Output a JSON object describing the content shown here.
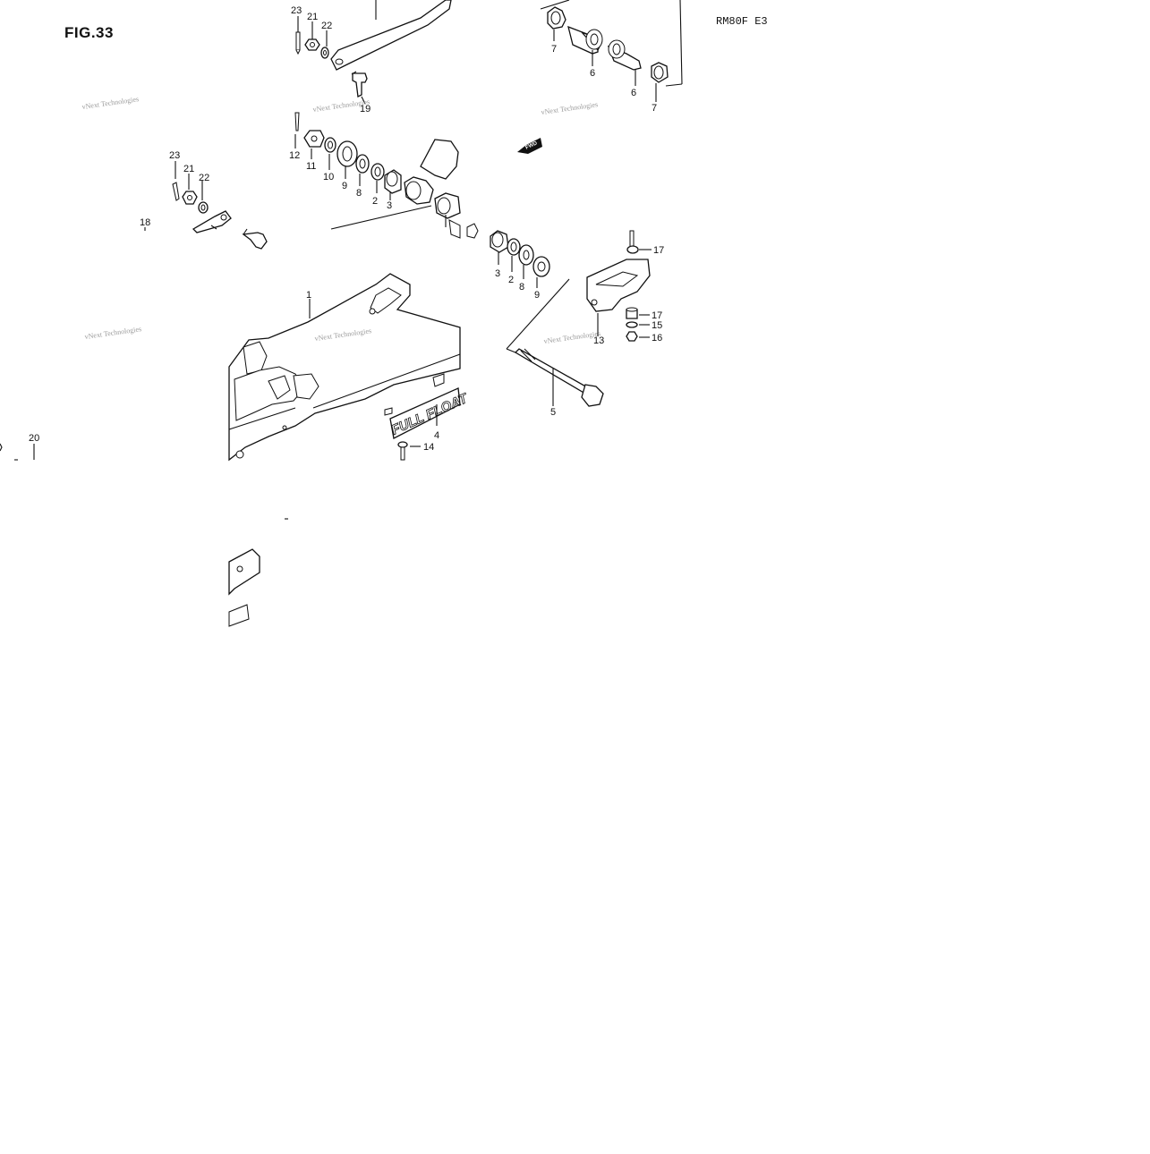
{
  "figure": {
    "title": "FIG.33",
    "model": "RM80F E3"
  },
  "callouts": [
    {
      "id": "c1",
      "label": "1"
    },
    {
      "id": "c2a",
      "label": "2"
    },
    {
      "id": "c2b",
      "label": "2"
    },
    {
      "id": "c3a",
      "label": "3"
    },
    {
      "id": "c3b",
      "label": "3"
    },
    {
      "id": "c4",
      "label": "4"
    },
    {
      "id": "c5",
      "label": "5"
    },
    {
      "id": "c6a",
      "label": "6"
    },
    {
      "id": "c6b",
      "label": "6"
    },
    {
      "id": "c7a",
      "label": "7"
    },
    {
      "id": "c7b",
      "label": "7"
    },
    {
      "id": "c8a",
      "label": "8"
    },
    {
      "id": "c8b",
      "label": "8"
    },
    {
      "id": "c9a",
      "label": "9"
    },
    {
      "id": "c9b",
      "label": "9"
    },
    {
      "id": "c10",
      "label": "10"
    },
    {
      "id": "c11",
      "label": "11"
    },
    {
      "id": "c12",
      "label": "12"
    },
    {
      "id": "c13",
      "label": "13"
    },
    {
      "id": "c14",
      "label": "14"
    },
    {
      "id": "c15",
      "label": "15"
    },
    {
      "id": "c16",
      "label": "16"
    },
    {
      "id": "c17a",
      "label": "17"
    },
    {
      "id": "c17b",
      "label": "17"
    },
    {
      "id": "c18",
      "label": "18"
    },
    {
      "id": "c19",
      "label": "19"
    },
    {
      "id": "c20",
      "label": "20"
    },
    {
      "id": "c21a",
      "label": "21"
    },
    {
      "id": "c21b",
      "label": "21"
    },
    {
      "id": "c22a",
      "label": "22"
    },
    {
      "id": "c22b",
      "label": "22"
    },
    {
      "id": "c23a",
      "label": "23"
    },
    {
      "id": "c23b",
      "label": "23"
    }
  ],
  "labels": {
    "fwd_arrow": "FWD",
    "swingarm_brand": "FULL FLOAT"
  },
  "watermark": {
    "text": "vNext Technologies"
  },
  "colors": {
    "ink": "#111111",
    "watermark": "#8a8a8a",
    "background": "#ffffff"
  }
}
